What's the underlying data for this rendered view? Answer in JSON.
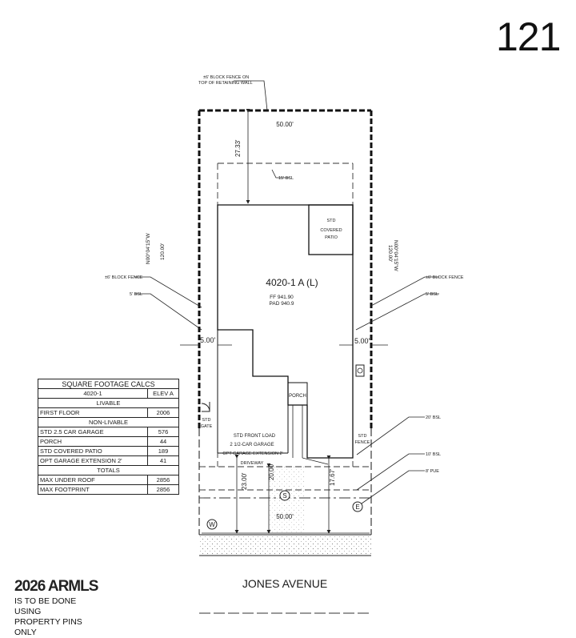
{
  "lot_number": "121",
  "street_name": "JONES AVENUE",
  "plan": {
    "name": "4020-1 A (L)",
    "ff": "FF 941.90",
    "pad": "PAD 940.9"
  },
  "dimensions": {
    "rear_width": "50.00'",
    "front_width": "50.00'",
    "rear_setback_depth": "27.33'",
    "left_bearing": "N00°04'15\"W",
    "left_length": "120.00'",
    "right_bearing": "N00°04'15\"W",
    "right_length": "120.00'",
    "left_side_yard": "5.00'",
    "right_side_yard": "5.00'",
    "driveway_depth_a": "23.00'",
    "driveway_depth_b": "20.00'",
    "front_setback_depth": "17.67'"
  },
  "labels": {
    "rear_fence": "±6' BLOCK FENCE ON",
    "rear_fence_2": "TOP OF RETAINING WALL",
    "rear_bsl": "15' BSL",
    "left_fence": "±6' BLOCK FENCE",
    "left_bsl": "5' BSL",
    "right_fence": "±6' BLOCK FENCE",
    "right_bsl": "5' BSL",
    "covered_patio_1": "STD",
    "covered_patio_2": "COVERED",
    "covered_patio_3": "PATIO",
    "porch": "PORCH",
    "std_gate_1": "STD",
    "std_gate_2": "GATE",
    "std_fence_1": "STD",
    "std_fence_2": "FENCE",
    "garage_1": "STD FRONT LOAD",
    "garage_2": "2 1/2-CAR GARAGE",
    "garage_ext": "OPT GARAGE EXTENSION 2'",
    "driveway": "DRIVEWAY",
    "front_bsl": "20' BSL",
    "front_bsl_2": "10' BSL",
    "pue": "8' PUE",
    "sewer": "S",
    "electric": "E",
    "water": "W"
  },
  "sqft_table": {
    "title": "SQUARE FOOTAGE CALCS",
    "col1": "4020-1",
    "col2": "ELEV A",
    "sections": [
      {
        "heading": "LIVABLE",
        "rows": [
          {
            "label": "FIRST FLOOR",
            "value": "2006"
          }
        ]
      },
      {
        "heading": "NON-LIVABLE",
        "rows": [
          {
            "label": "STD 2.5 CAR GARAGE",
            "value": "576"
          },
          {
            "label": "PORCH",
            "value": "44"
          },
          {
            "label": "STD COVERED PATIO",
            "value": "189"
          },
          {
            "label": "OPT GARAGE EXTENSION 2'",
            "value": "41"
          }
        ]
      },
      {
        "heading": "TOTALS",
        "rows": [
          {
            "label": "MAX UNDER ROOF",
            "value": "2856"
          },
          {
            "label": "MAX FOOTPRINT",
            "value": "2856"
          }
        ]
      }
    ]
  },
  "footnote": {
    "copyright": "2026 ARMLS",
    "line1": "IS TO BE DONE USING",
    "line2": "PROPERTY PINS ONLY"
  }
}
